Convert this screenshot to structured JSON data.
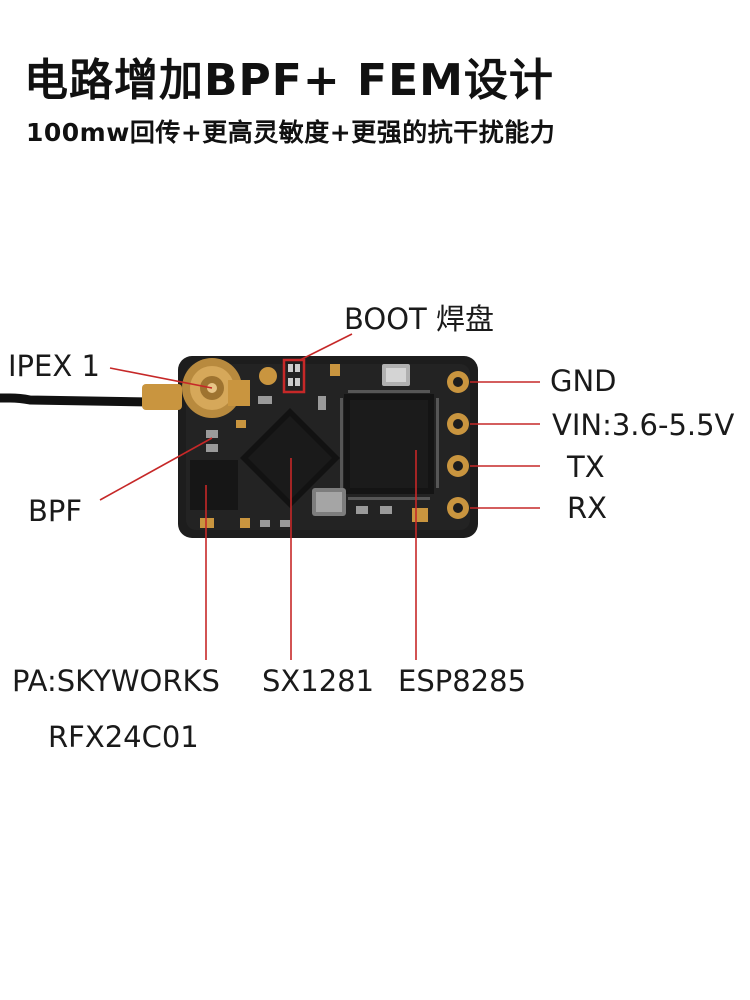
{
  "headline": "电路增加BPF+ FEM设计",
  "subline": "100mw回传+更高灵敏度+更强的抗干扰能力",
  "labels": {
    "boot": "BOOT 焊盘",
    "ipex": "IPEX 1",
    "bpf": "BPF",
    "gnd": "GND",
    "vin": "VIN:3.6-5.5V",
    "tx": "TX",
    "rx": "RX",
    "pa_line1": "PA:SKYWORKS",
    "pa_line2": "RFX24C01",
    "sx": "SX1281",
    "esp": "ESP8285"
  },
  "colors": {
    "leader": "#c62828",
    "pcb": "#1e1e1e",
    "pad": "#c9953f"
  }
}
